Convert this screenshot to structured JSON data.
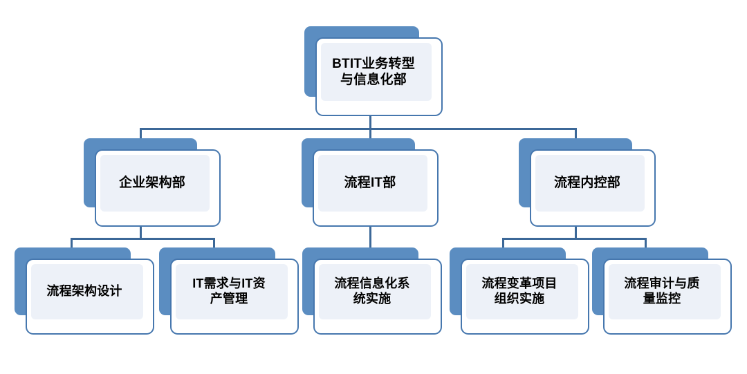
{
  "diagram": {
    "type": "organization-chart",
    "title_text": "BTIT业务转型与信息化部",
    "colors": {
      "shadow_blue": "#5B8DC1",
      "card_border": "#4677AE",
      "card_fill": "#FFFFFF",
      "inner_fill": "#EDF1F8",
      "connector": "#3C6898",
      "text": "#000000",
      "background": "#FFFFFF"
    },
    "levels": 3
  },
  "nodes": {
    "root": {
      "id": "root",
      "label": "BTIT业务转型\n与信息化部",
      "level": 1
    },
    "level2": [
      {
        "id": "l2-0",
        "label": "企业架构部",
        "level": 2
      },
      {
        "id": "l2-1",
        "label": "流程IT部",
        "level": 2
      },
      {
        "id": "l2-2",
        "label": "流程内控部",
        "level": 2
      }
    ],
    "level3": [
      {
        "id": "l3-0",
        "label": "流程架构设计",
        "level": 3,
        "parent": "l2-0"
      },
      {
        "id": "l3-1",
        "label": "IT需求与IT资\n产管理",
        "level": 3,
        "parent": "l2-0"
      },
      {
        "id": "l3-2",
        "label": "流程信息化系\n统实施",
        "level": 3,
        "parent": "l2-1"
      },
      {
        "id": "l3-3",
        "label": "流程变革项目\n组织实施",
        "level": 3,
        "parent": "l2-2"
      },
      {
        "id": "l3-4",
        "label": "流程审计与质\n量监控",
        "level": 3,
        "parent": "l2-2"
      }
    ]
  }
}
